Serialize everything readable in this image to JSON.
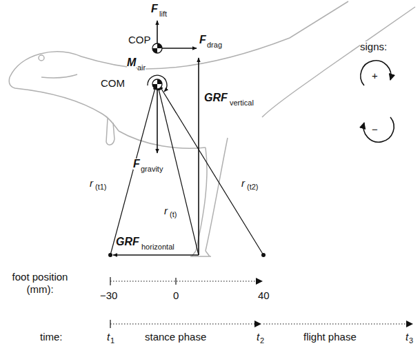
{
  "diagram": {
    "labels": [
      "F",
      "lift",
      "COP",
      "F",
      "drag",
      "M",
      "air",
      "COM",
      "GRF",
      "vertical",
      "signs:",
      "+",
      "−",
      "F",
      "gravity",
      "r",
      "(t1)",
      "r",
      "(t)",
      "r",
      "(t2)",
      "GRF",
      "horizontal",
      "foot position (mm):",
      "−30",
      "0",
      "40",
      "time:",
      "t",
      "1",
      "stance phase",
      "t",
      "2",
      "flight phase",
      "t",
      "3"
    ]
  }
}
